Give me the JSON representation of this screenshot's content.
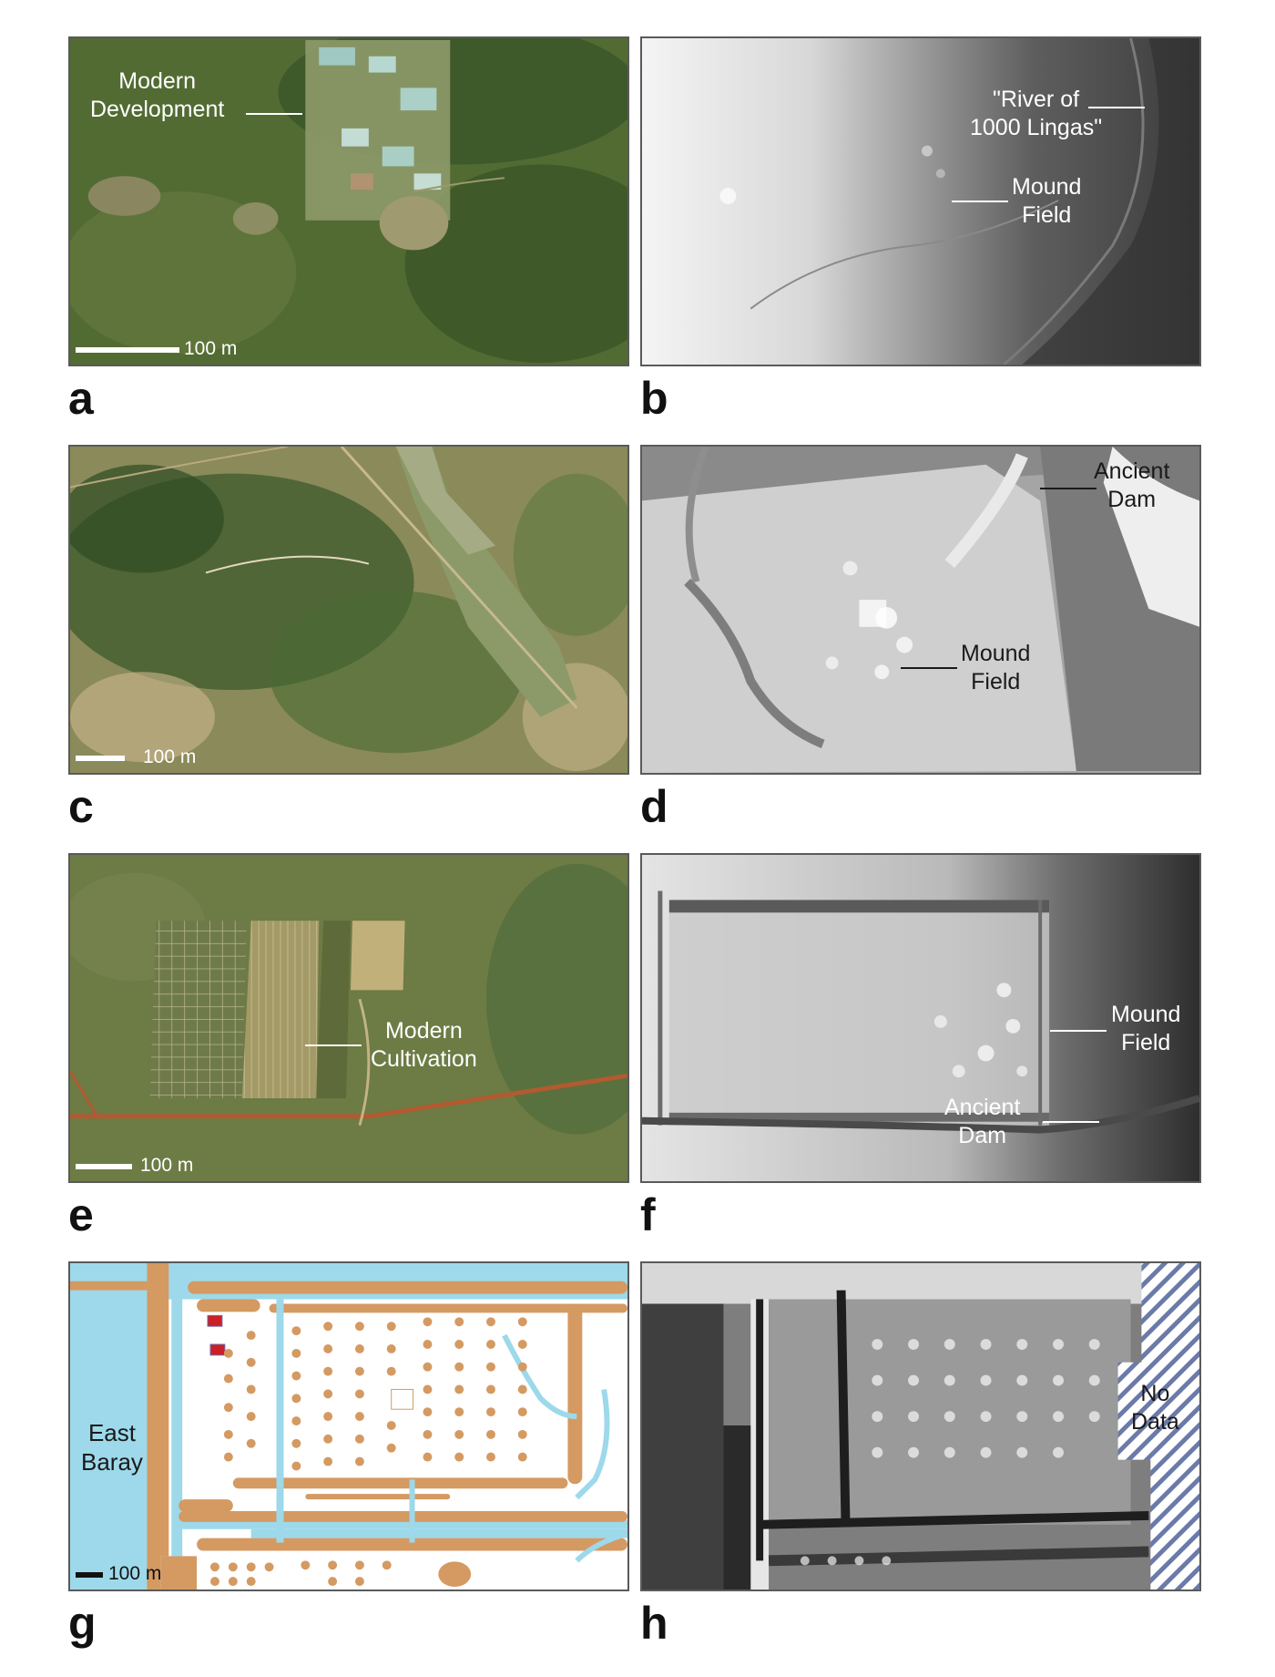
{
  "panels": {
    "a": {
      "label": "a",
      "annotation": [
        "Modern",
        "Development"
      ],
      "scale": "100 m"
    },
    "b": {
      "label": "b",
      "annotation1": [
        "\"River of",
        "1000 Lingas\""
      ],
      "annotation2": [
        "Mound",
        "Field"
      ]
    },
    "c": {
      "label": "c",
      "scale": "100 m"
    },
    "d": {
      "label": "d",
      "annotation1": [
        "Ancient",
        "Dam"
      ],
      "annotation2": [
        "Mound",
        "Field"
      ]
    },
    "e": {
      "label": "e",
      "annotation": [
        "Modern",
        "Cultivation"
      ],
      "scale": "100 m"
    },
    "f": {
      "label": "f",
      "annotation1": [
        "Mound",
        "Field"
      ],
      "annotation2": [
        "Ancient",
        "Dam"
      ]
    },
    "g": {
      "label": "g",
      "annotation": [
        "East",
        "Baray"
      ],
      "scale": "100 m"
    },
    "h": {
      "label": "h",
      "annotation": [
        "No",
        "Data"
      ]
    }
  },
  "colors": {
    "vegetation": "#4e6a33",
    "water": "#9dd9ea",
    "earthwork": "#d49a62",
    "structure": "#cc1f26",
    "frame": "#5a5a5a"
  }
}
